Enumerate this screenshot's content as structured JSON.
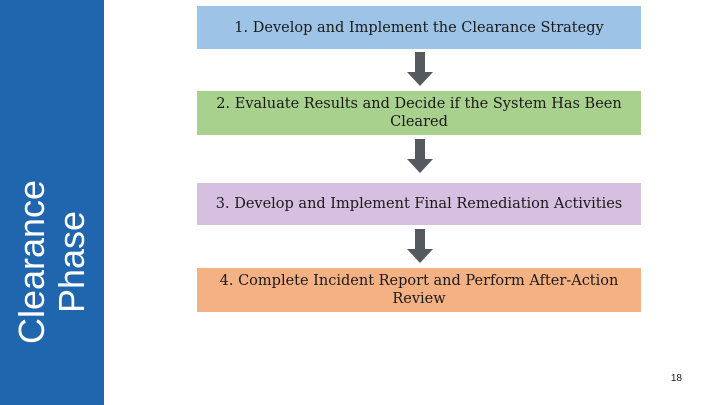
{
  "sidebar": {
    "line1": "Clearance",
    "line2": "Phase",
    "color": "#2066ae"
  },
  "steps": [
    {
      "label": "1. Develop and Implement the Clearance Strategy",
      "color": "#9dc3e6"
    },
    {
      "label": "2. Evaluate Results and Decide if the System Has Been Cleared",
      "color": "#a9d18e"
    },
    {
      "label": "3. Develop and Implement Final Remediation Activities",
      "color": "#d6bfe0"
    },
    {
      "label": "4. Complete Incident Report and Perform After-Action Review",
      "color": "#f4b183"
    }
  ],
  "arrow_icon": "down-arrow-icon",
  "arrow_color": "#555a60",
  "page_number": "18"
}
